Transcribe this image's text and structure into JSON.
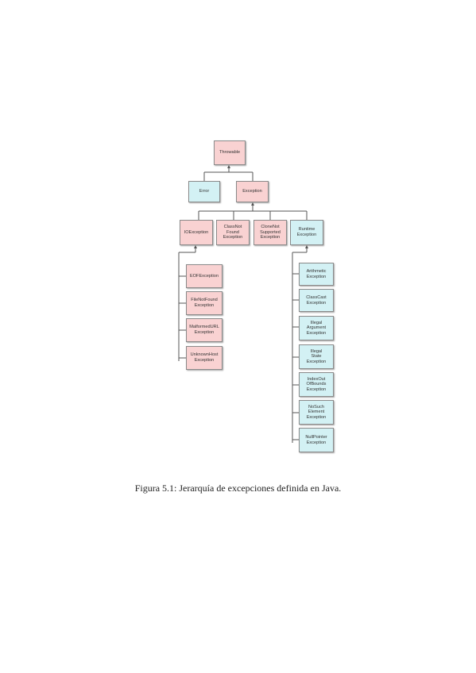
{
  "diagram": {
    "colors": {
      "error_family": "#d3f1f4",
      "exception_family": "#f9d2d2",
      "connector": "#555555"
    },
    "nodes": {
      "throwable": "Throwable",
      "error": "Error",
      "exception": "Exception",
      "ioexception": "IOException",
      "classnotfound": "ClassNot\nFound\nException",
      "clonenotsupported": "CloneNot\nSupported\nException",
      "runtime": "Runtime\nException",
      "eofexception": "EOFException",
      "filenotfound": "FileNotFound\nException",
      "malformedurl": "MalformedURL\nException",
      "unknownhost": "UnknownHost\nException",
      "arithmetic": "Arithmetic\nException",
      "classcast": "ClassCast\nException",
      "illegalargument": "Illegal\nArgument\nException",
      "illegalstate": "Illegal\nState\nException",
      "indexoutofbounds": "IndexOut\nOfBounds\nException",
      "nosuchelement": "NoSuch\nElement\nException",
      "nullpointer": "NullPointer\nException"
    }
  },
  "caption": "Figura 5.1: Jerarquía de excepciones definida en Java."
}
